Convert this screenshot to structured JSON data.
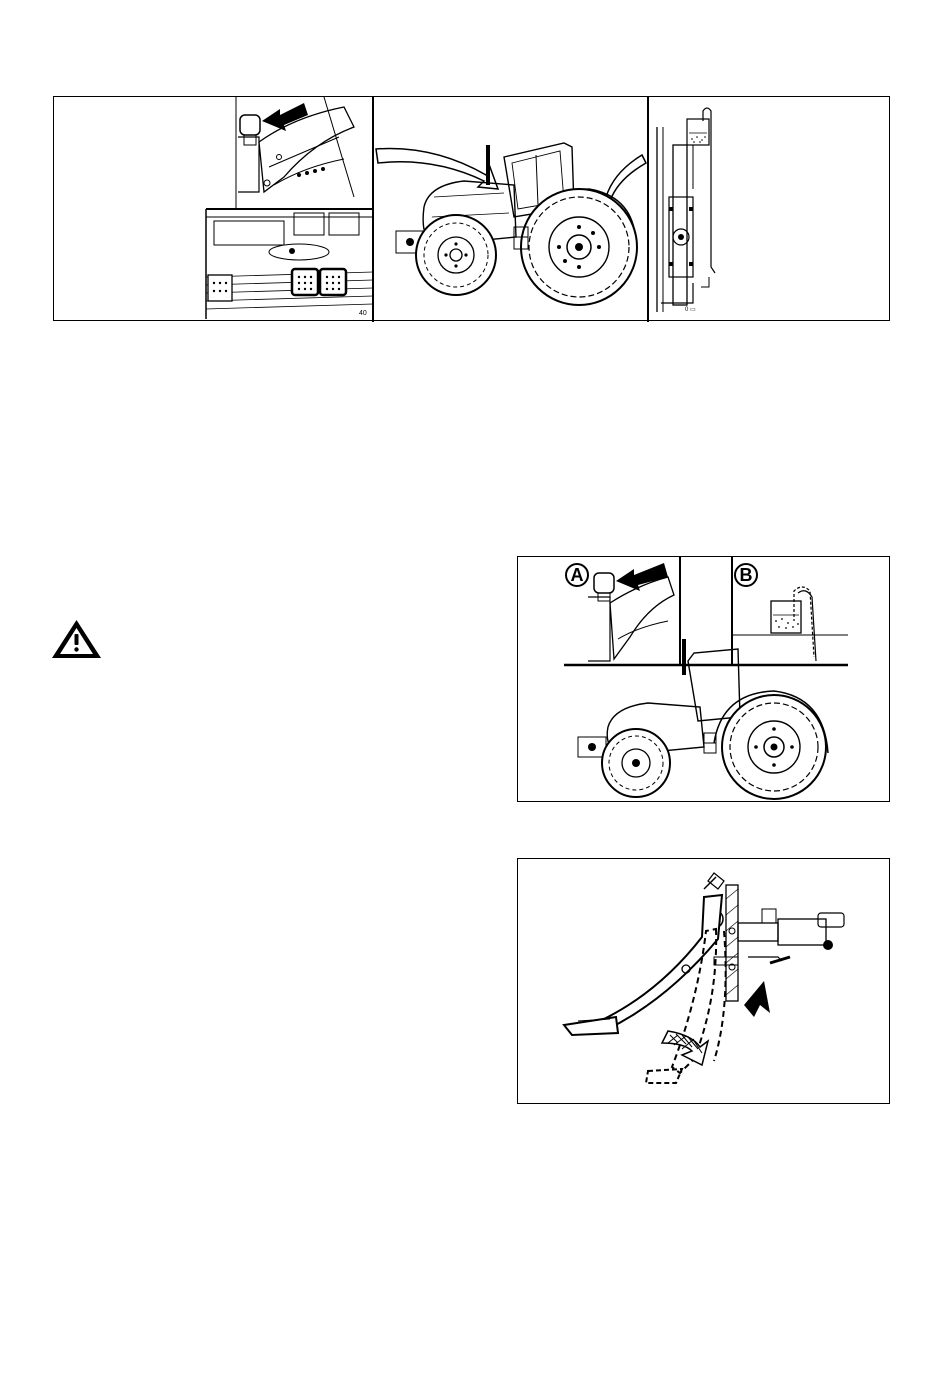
{
  "figures": {
    "top_strip": {
      "panels": [
        "brake-fluid-reservoir-and-pedals",
        "tractor-side-view",
        "reservoir-level-gauge"
      ],
      "small_mark": "40"
    },
    "warning": {
      "icon": "warning-triangle-icon"
    },
    "figure_ab": {
      "label_a": "A",
      "label_b": "B"
    },
    "figure_pedal": {}
  },
  "colors": {
    "ink": "#000000",
    "paper": "#ffffff",
    "hatch": "#555555"
  }
}
